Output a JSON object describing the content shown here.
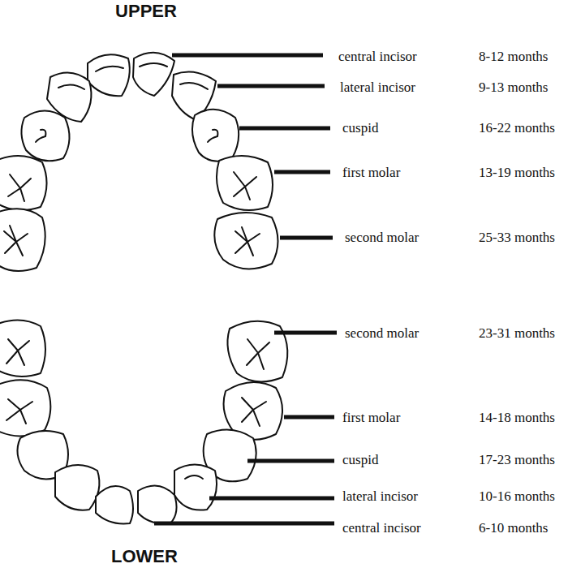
{
  "diagram": {
    "labels": [
      "UPPER",
      "central incisor",
      "8-12 months",
      "lateral incisor",
      "9-13 months",
      "cuspid",
      "16-22 months",
      "first molar",
      "13-19 months",
      "second molar",
      "25-33 months",
      "second molar",
      "23-31 months",
      "first molar",
      "14-18 months",
      "cuspid",
      "17-23 months",
      "lateral incisor",
      "10-16 months",
      "central incisor",
      "6-10 months",
      "LOWER"
    ]
  }
}
